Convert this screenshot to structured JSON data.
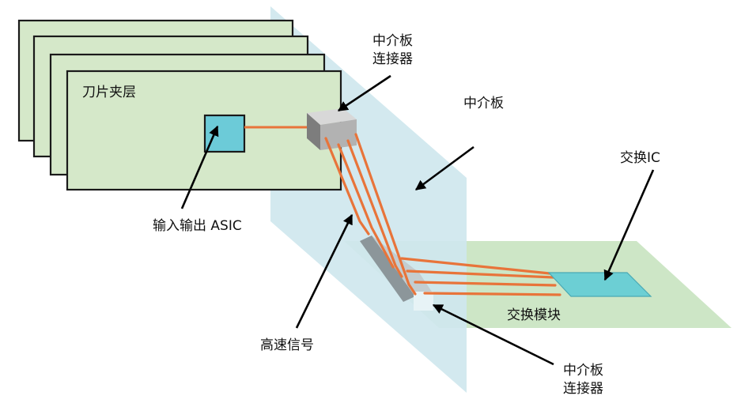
{
  "labels": {
    "blade_layer": "刀片夹层",
    "io_asic": "输入输出 ASIC",
    "midplane_connector_top": [
      "中介板",
      "连接器"
    ],
    "midplane": "中介板",
    "high_speed_signal": "高速信号",
    "switch_ic": "交换IC",
    "switch_module": "交换模块",
    "midplane_connector_bottom": [
      "中介板",
      "连接器"
    ]
  },
  "colors": {
    "blade_fill": "#d5e8c9",
    "blade_stroke": "#1a1a1a",
    "asic_fill": "#6ccbd8",
    "midplane_fill": "#cfe7ee",
    "module_fill": "#cde6c6",
    "signal": "#e8743a",
    "connector_gray": "#b2b2b2",
    "switch_ic_fill": "#6ccfd4"
  }
}
